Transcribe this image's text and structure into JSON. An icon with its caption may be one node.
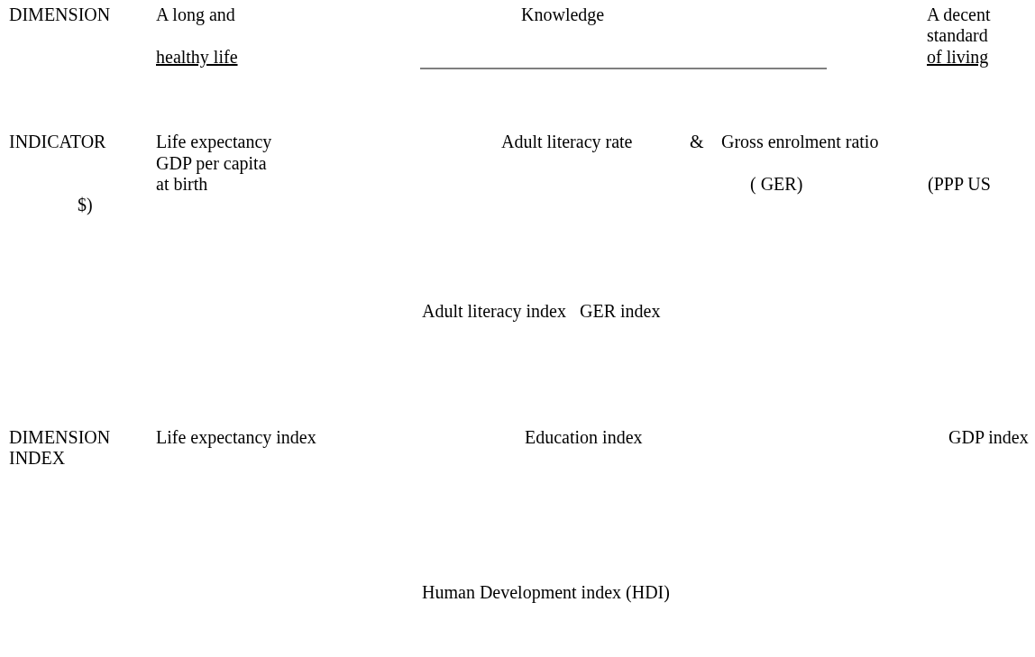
{
  "diagram": {
    "labels": [
      "DIMENSION",
      "A long and",
      "Knowledge",
      "A decent standard",
      "healthy life",
      "of living",
      "INDICATOR",
      "Life expectancy",
      "Adult literacy rate",
      "&",
      "Gross enrolment ratio",
      "GDP per capita",
      "at birth",
      "( GER)",
      "(PPP US",
      "$)",
      "Adult literacy index",
      "GER index",
      "DIMENSION",
      "INDEX",
      "Life expectancy index",
      "Education index",
      "GDP index",
      "Human Development index (HDI)"
    ]
  }
}
